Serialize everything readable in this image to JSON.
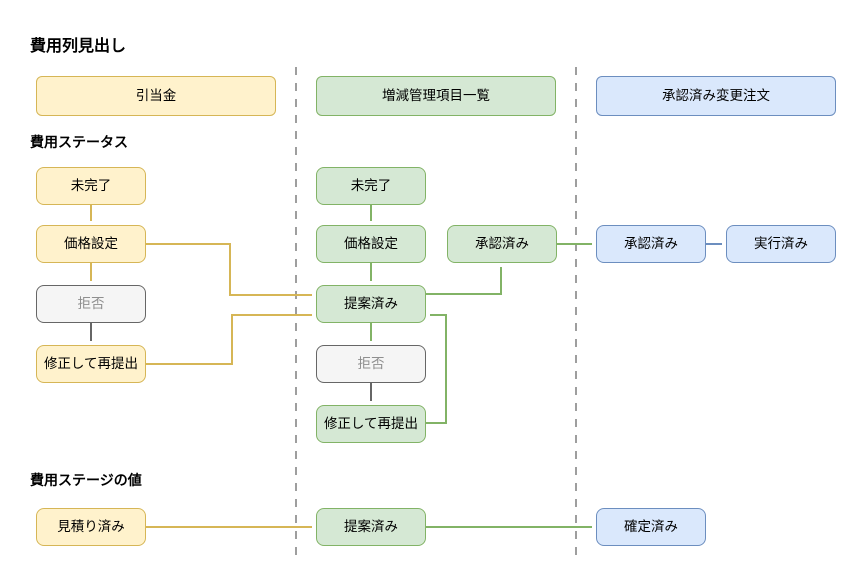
{
  "title": "費用列見出し",
  "section_labels": {
    "status": "費用ステータス",
    "stage": "費用ステージの値"
  },
  "headers": {
    "allowance": "引当金",
    "change_items": "増減管理項目一覧",
    "approved_change_orders": "承認済み変更注文"
  },
  "nodes": {
    "allowance_incomplete": "未完了",
    "allowance_pricing": "価格設定",
    "allowance_rejected": "拒否",
    "allowance_revise_resubmit": "修正して再提出",
    "change_incomplete": "未完了",
    "change_pricing": "価格設定",
    "change_proposed": "提案済み",
    "change_rejected": "拒否",
    "change_revise_resubmit": "修正して再提出",
    "change_approved": "承認済み",
    "order_approved": "承認済み",
    "order_executed": "実行済み",
    "stage_estimated": "見積り済み",
    "stage_proposed": "提案済み",
    "stage_confirmed": "確定済み"
  },
  "colors": {
    "yellow_fill": "#FFF2CC",
    "yellow_stroke": "#D6B656",
    "green_fill": "#D5E8D4",
    "green_stroke": "#82B366",
    "blue_fill": "#DAE8FC",
    "blue_stroke": "#6C8EBF",
    "gray_fill": "#F5F5F5",
    "gray_stroke": "#666666",
    "gray_text": "#8F8F8F",
    "divider": "#9E9E9E"
  }
}
